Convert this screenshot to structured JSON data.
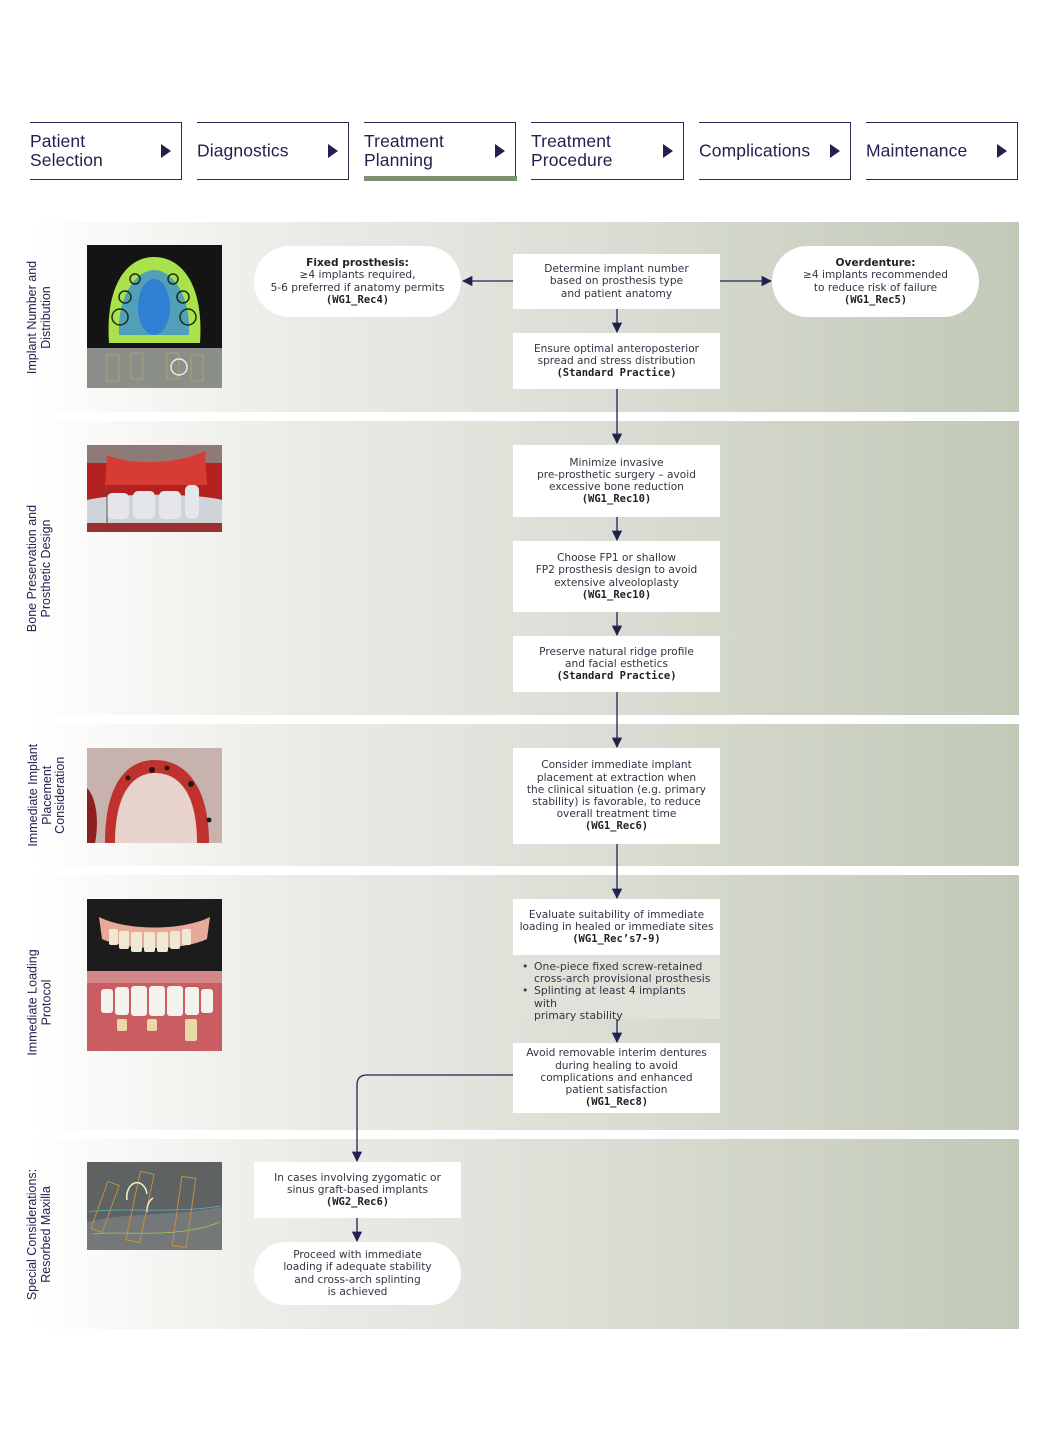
{
  "nav": {
    "steps": [
      {
        "label": "Patient\nSelection",
        "active": false
      },
      {
        "label": "Diagnostics",
        "active": false
      },
      {
        "label": "Treatment\nPlanning",
        "active": true
      },
      {
        "label": "Treatment\nProcedure",
        "active": false
      },
      {
        "label": "Complications",
        "active": false
      },
      {
        "label": "Maintenance",
        "active": false
      }
    ],
    "arrow_icon": "play-triangle-icon",
    "active_color": "#7a9273",
    "border_color": "#2c2a55"
  },
  "sections": [
    {
      "label": "Implant Number and\nDistribution",
      "image": "digital-maxilla-scan-and-implant-planning",
      "boxes": {
        "main": {
          "text": "Determine implant number\nbased on prosthesis type\nand patient anatomy"
        },
        "left": {
          "head": "Fixed prosthesis:",
          "text": "≥4 implants required,\n5-6 preferred if anatomy permits",
          "ref": "(WG1_Rec4)"
        },
        "right": {
          "head": "Overdenture:",
          "text": "≥4 implants recommended\nto reduce risk of failure",
          "ref": "(WG1_Rec5)"
        },
        "next": {
          "text": "Ensure optimal anteroposterior\nspread and stress distribution",
          "ref": "(Standard Practice)"
        }
      }
    },
    {
      "label": "Bone Preservation and\nProsthetic Design",
      "image": "surgical-guide-on-exposed-ridge",
      "boxes": [
        {
          "text": "Minimize invasive\npre-prosthetic surgery – avoid\nexcessive bone reduction",
          "ref": "(WG1_Rec10)"
        },
        {
          "text": "Choose FP1 or shallow\nFP2 prosthesis design to avoid\nextensive alveoloplasty",
          "ref": "(WG1_Rec10)"
        },
        {
          "text": "Preserve natural ridge profile\nand facial esthetics",
          "ref": "(Standard Practice)"
        }
      ]
    },
    {
      "label": "Immediate Implant\nPlacement\nConsideration",
      "image": "implants-placed-at-extraction",
      "boxes": [
        {
          "text": "Consider immediate implant\nplacement at extraction when\nthe clinical situation (e.g. primary\nstability) is favorable, to reduce\noverall treatment time",
          "ref": "(WG1_Rec6)"
        }
      ]
    },
    {
      "label": "Immediate Loading\nProtocol",
      "image": "full-arch-provisional-prosthesis",
      "boxes": [
        {
          "text": "Evaluate suitability of immediate\nloading in healed or immediate sites",
          "ref": "(WG1_Rec’s7-9)"
        },
        {
          "text": "Avoid removable interim dentures\nduring healing to avoid\ncomplications and enhanced\npatient satisfaction",
          "ref": "(WG1_Rec8)"
        }
      ],
      "bullets": [
        "One-piece fixed screw-retained\ncross-arch provisional prosthesis",
        "Splinting at least 4 implants with\nprimary stability"
      ]
    },
    {
      "label": "Special Considerations:\nResorbed Maxilla",
      "image": "zygomatic-implant-planning-ct",
      "boxes": [
        {
          "text": "In cases involving zygomatic or\nsinus graft-based implants",
          "ref": "(WG2_Rec6)"
        },
        {
          "text": "Proceed with immediate\nloading if adequate stability\nand cross-arch splinting\nis achieved"
        }
      ]
    }
  ],
  "colors": {
    "connector": "#232150",
    "band_end": "#c2c9b7",
    "box_fill": "#ffffff",
    "bullet_fill": "#dfe2d9"
  }
}
